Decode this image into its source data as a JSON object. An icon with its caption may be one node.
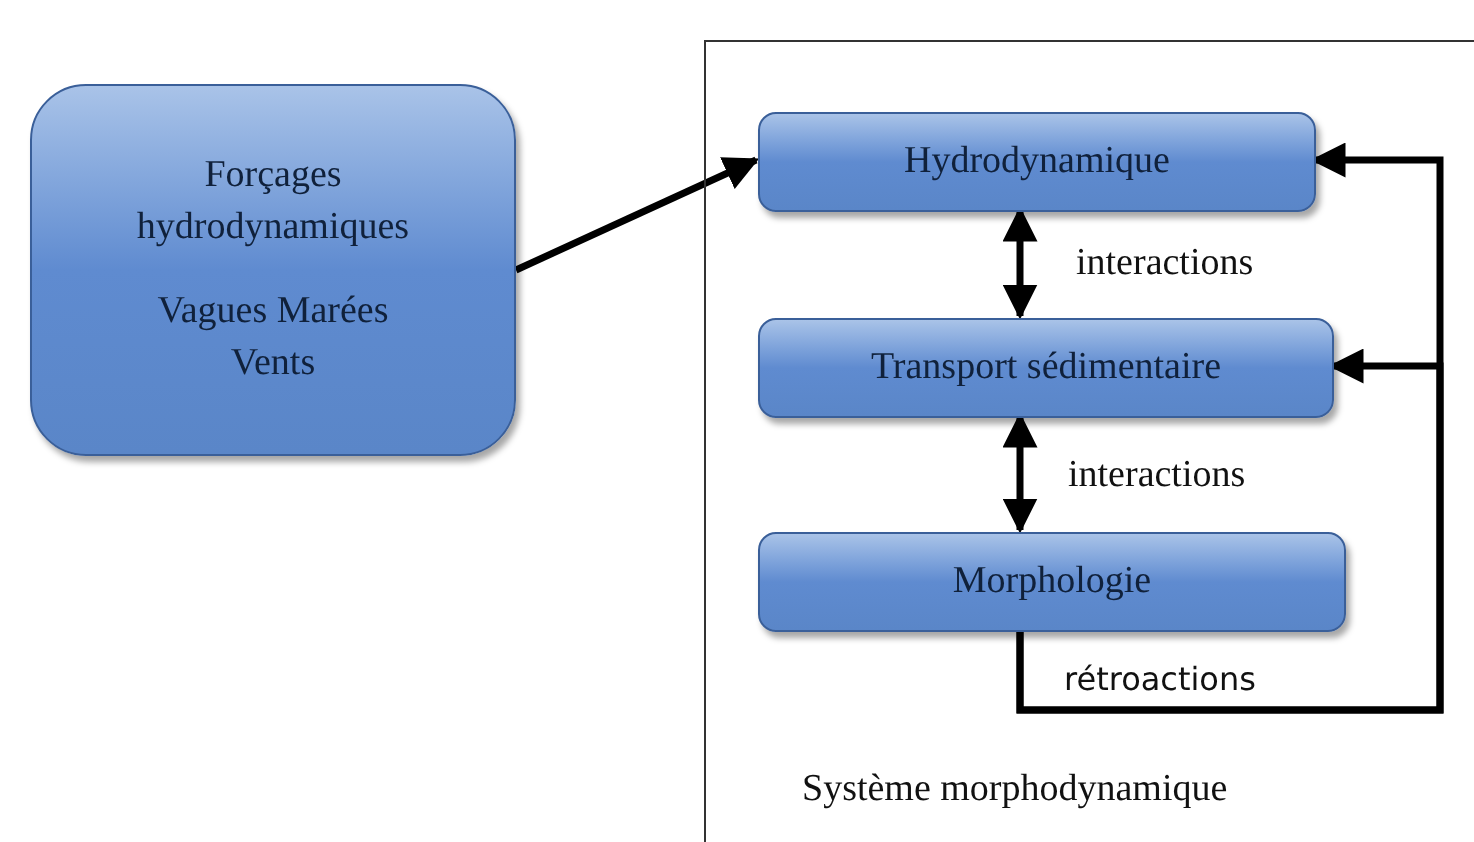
{
  "diagram": {
    "nodes": [
      {
        "text": [
          "Forçages hydrodynamiques",
          "Vagues Marées Vents"
        ]
      },
      {
        "text": [
          "Système morphodynamique"
        ]
      },
      {
        "text": [
          "Hydrodynamique"
        ],
        "in": 1
      },
      {
        "text": [
          "Transport sédimentaire"
        ],
        "in": 1
      },
      {
        "text": [
          "Morphologie"
        ],
        "in": 1
      }
    ],
    "edges": [
      {
        "from": 0,
        "to": 2,
        "arrow": "to"
      },
      {
        "from": 2,
        "to": 3,
        "arrow": "both",
        "label": "interactions"
      },
      {
        "from": 3,
        "to": 4,
        "arrow": "both",
        "label": "interactions"
      },
      {
        "from": 4,
        "to": 2,
        "arrow": "to",
        "label": "rétroactions"
      },
      {
        "from": 4,
        "to": 3,
        "arrow": "to"
      }
    ]
  }
}
